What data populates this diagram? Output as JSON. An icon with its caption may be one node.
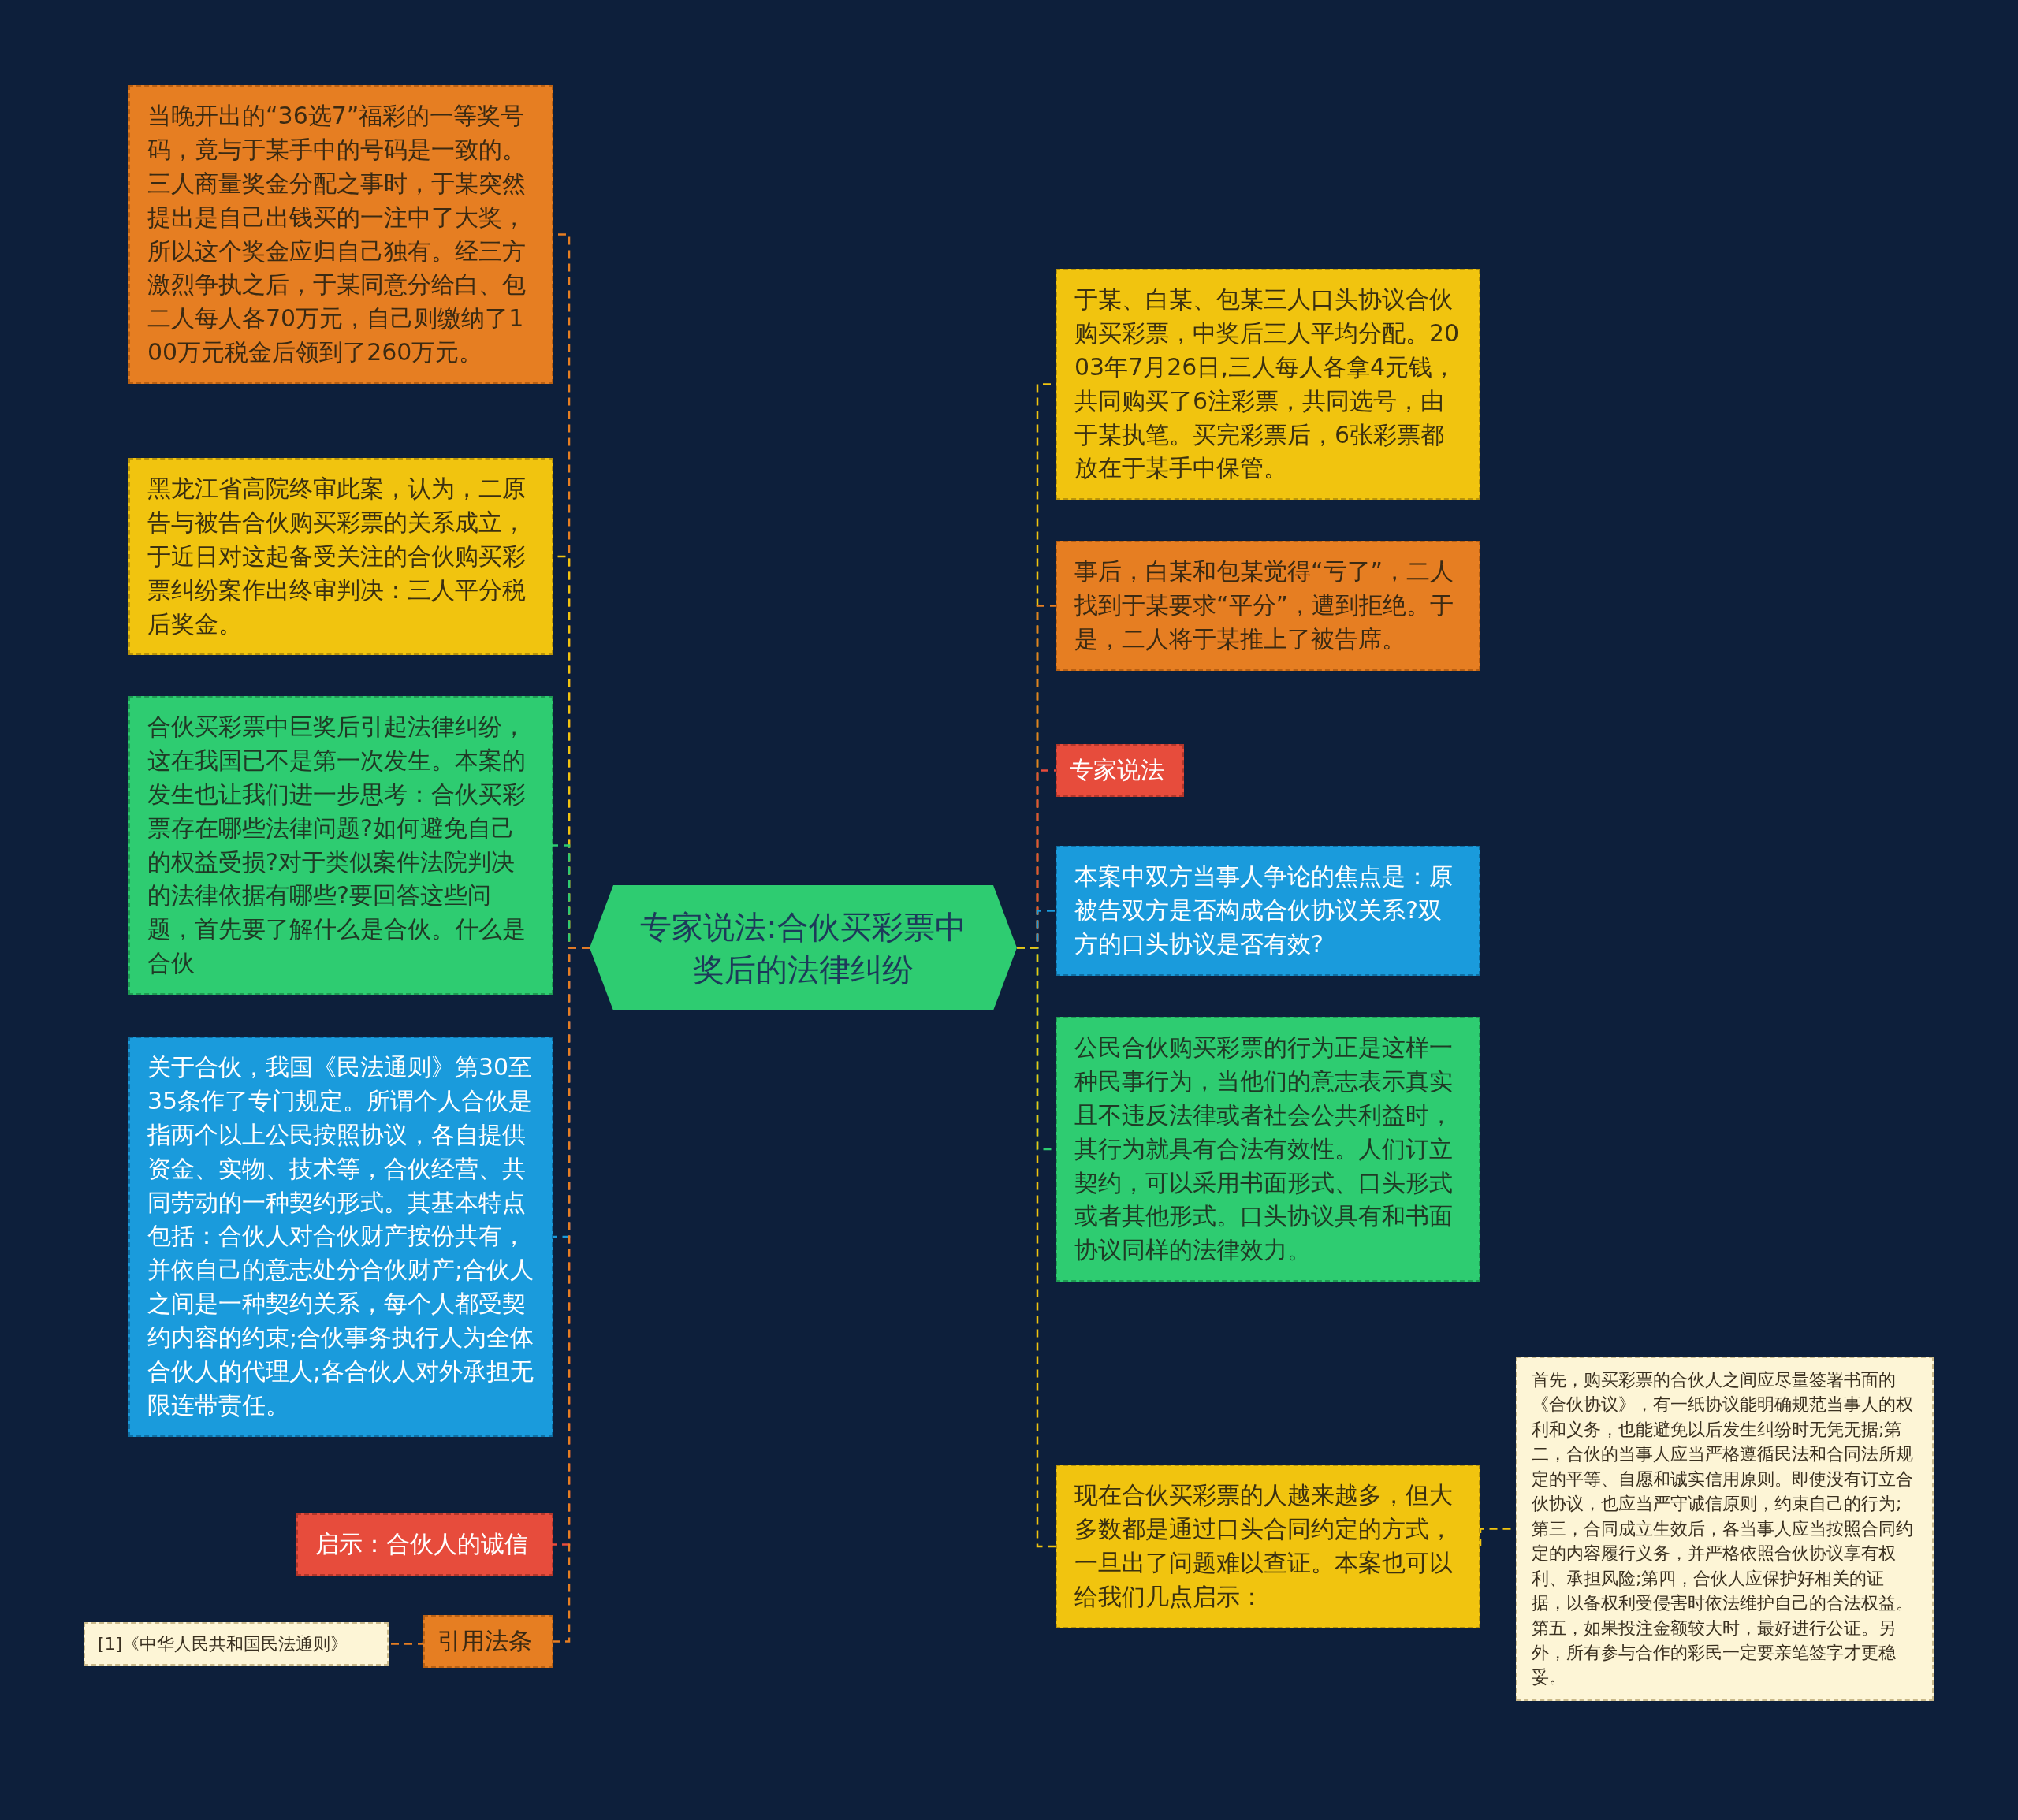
{
  "diagram": {
    "nodes": [
      {
        "text": [
          "当晚开出的“36选7”福彩的一等奖号码，竟与于某手中的号码是一致的。三人商量奖金分配之事时，于某突然提出是自己出钱买的一注中了大奖，所以这个奖金应归自己独有。经三方激烈争执之后，于某同意分给白、包二人每人各70万元，自己则缴纳了100万元税金后领到了260万元。"
        ]
      },
      {
        "text": [
          "黑龙江省高院终审此案，认为，二原告与被告合伙购买彩票的关系成立，于近日对这起备受关注的合伙购买彩票纠纷案作出终审判决：三人平分税后奖金。"
        ]
      },
      {
        "text": [
          "合伙买彩票中巨奖后引起法律纠纷，这在我国已不是第一次发生。本案的发生也让我们进一步思考：合伙买彩票存在哪些法律问题?如何避免自己的权益受损?对于类似案件法院判决的法律依据有哪些?要回答这些问题，首先要了解什么是合伙。什么是合伙"
        ]
      },
      {
        "text": [
          "关于合伙，我国《民法通则》第30至35条作了专门规定。所谓个人合伙是指两个以上公民按照协议，各自提供资金、实物、技术等，合伙经营、共同劳动的一种契约形式。其基本特点包括：合伙人对合伙财产按份共有，并依自己的意志处分合伙财产;合伙人之间是一种契约关系，每个人都受契约内容的约束;合伙事务执行人为全体合伙人的代理人;各合伙人对外承担无限连带责任。"
        ]
      },
      {
        "text": [
          "启示：合伙人的诚信"
        ]
      },
      {
        "text": [
          "引用法条"
        ]
      },
      {
        "text": [
          "[1]《中华人民共和国民法通则》"
        ]
      },
      {
        "text": [
          "专家说法:合伙买彩票中奖后的法律纠纷"
        ]
      },
      {
        "text": [
          "于某、白某、包某三人口头协议合伙购买彩票，中奖后三人平均分配。2003年7月26日,三人每人各拿4元钱，共同购买了6注彩票，共同选号，由于某执笔。买完彩票后，6张彩票都放在于某手中保管。"
        ]
      },
      {
        "text": [
          "事后，白某和包某觉得“亏了”，二人找到于某要求“平分”，遭到拒绝。于是，二人将于某推上了被告席。"
        ]
      },
      {
        "text": [
          "专家说法"
        ]
      },
      {
        "text": [
          "本案中双方当事人争论的焦点是：原被告双方是否构成合伙协议关系?双方的口头协议是否有效?"
        ]
      },
      {
        "text": [
          "公民合伙购买彩票的行为正是这样一种民事行为，当他们的意志表示真实且不违反法律或者社会公共利益时，其行为就具有合法有效性。人们订立契约，可以采用书面形式、口头形式或者其他形式。口头协议具有和书面协议同样的法律效力。"
        ]
      },
      {
        "text": [
          "现在合伙买彩票的人越来越多，但大多数都是通过口头合同约定的方式，一旦出了问题难以查证。本案也可以给我们几点启示："
        ]
      },
      {
        "text": [
          "首先，购买彩票的合伙人之间应尽量签署书面的《合伙协议》，有一纸协议能明确规范当事人的权利和义务，也能避免以后发生纠纷时无凭无据;第二，合伙的当事人应当严格遵循民法和合同法所规定的平等、自愿和诚实信用原则。即使没有订立合伙协议，也应当严守诚信原则，约束自己的行为;第三，合同成立生效后，各当事人应当按照合同约定的内容履行义务，并严格依照合伙协议享有权利、承担风险;第四，合伙人应保护好相关的证据，以备权利受侵害时依法维护自己的合法权益。第五，如果投注金额较大时，最好进行公证。另外，所有参与合作的彩民一定要亲笔签字才更稳妥。"
        ]
      }
    ],
    "edges": [
      {
        "from": 7,
        "to": 0,
        "arrow": "none",
        "style": "dashed",
        "color": "#e67e22"
      },
      {
        "from": 7,
        "to": 1,
        "arrow": "none",
        "style": "dashed",
        "color": "#f1c40f"
      },
      {
        "from": 7,
        "to": 2,
        "arrow": "none",
        "style": "dashed",
        "color": "#2ecc71"
      },
      {
        "from": 7,
        "to": 3,
        "arrow": "none",
        "style": "dashed",
        "color": "#1a9bdc"
      },
      {
        "from": 7,
        "to": 4,
        "arrow": "none",
        "style": "dashed",
        "color": "#e74c3c"
      },
      {
        "from": 7,
        "to": 5,
        "arrow": "none",
        "style": "dashed",
        "color": "#e67e22"
      },
      {
        "from": 5,
        "to": 6,
        "arrow": "none",
        "style": "dashed",
        "color": "#e67e22"
      },
      {
        "from": 7,
        "to": 8,
        "arrow": "none",
        "style": "dashed",
        "color": "#f1c40f"
      },
      {
        "from": 7,
        "to": 9,
        "arrow": "none",
        "style": "dashed",
        "color": "#e67e22"
      },
      {
        "from": 7,
        "to": 10,
        "arrow": "none",
        "style": "dashed",
        "color": "#e74c3c"
      },
      {
        "from": 7,
        "to": 11,
        "arrow": "none",
        "style": "dashed",
        "color": "#1a9bdc"
      },
      {
        "from": 7,
        "to": 12,
        "arrow": "none",
        "style": "dashed",
        "color": "#2ecc71"
      },
      {
        "from": 7,
        "to": 13,
        "arrow": "none",
        "style": "dashed",
        "color": "#f1c40f"
      },
      {
        "from": 13,
        "to": 14,
        "arrow": "none",
        "style": "dashed",
        "color": "#f1c40f"
      }
    ]
  }
}
